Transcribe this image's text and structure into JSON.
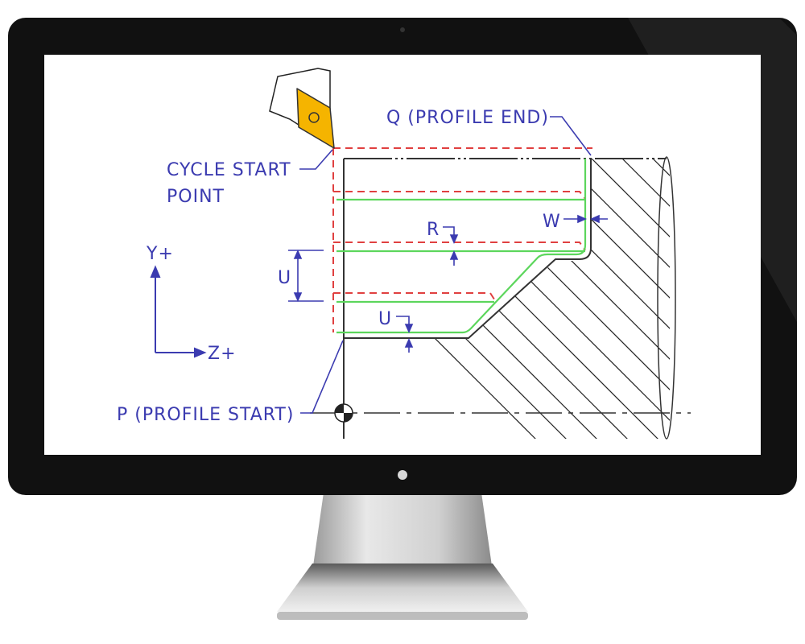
{
  "diagram": {
    "labels": {
      "profile_end": "Q (PROFILE END)",
      "cycle_start_line1": "CYCLE START",
      "cycle_start_line2": "POINT",
      "w_dim": "W",
      "r_dim": "R",
      "u_dim_left": "U",
      "u_dim_bottom": "U",
      "y_axis": "Y+",
      "z_axis": "Z+",
      "profile_start": "P (PROFILE START)"
    },
    "colors": {
      "label_blue": "#3b3bb0",
      "profile_green": "#5cd65c",
      "rapid_red": "#e04040",
      "insert_yellow": "#f5b400",
      "bezel": "#111111"
    }
  }
}
